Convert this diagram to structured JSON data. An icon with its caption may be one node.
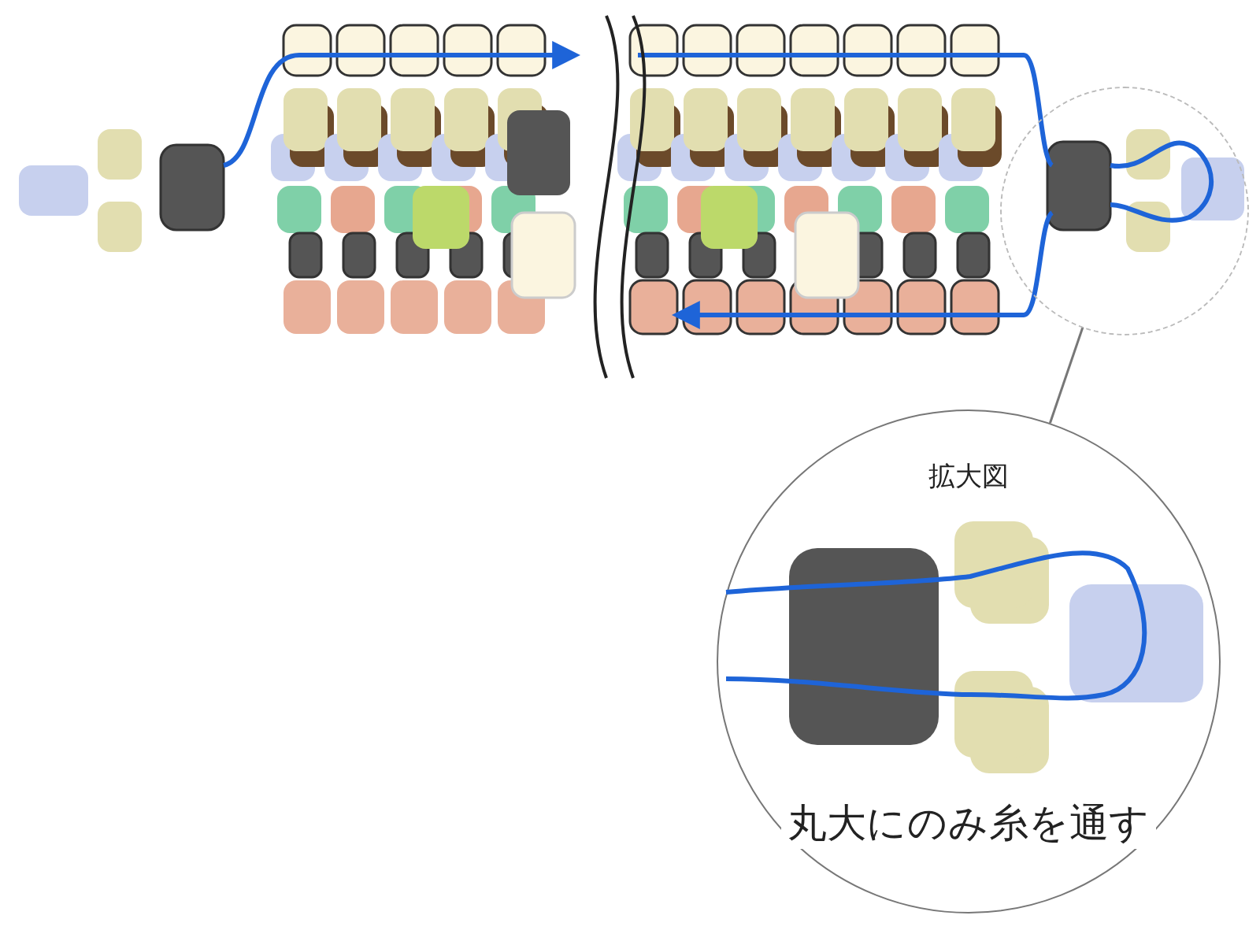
{
  "diagram": {
    "nodes": [
      {
        "text": [],
        "shape": "circle"
      },
      {
        "text": [
          "拡大図",
          "丸大にのみ糸を通す"
        ]
      }
    ],
    "edges": [
      {
        "from": 0,
        "to": 1,
        "arrow": "none"
      }
    ]
  }
}
